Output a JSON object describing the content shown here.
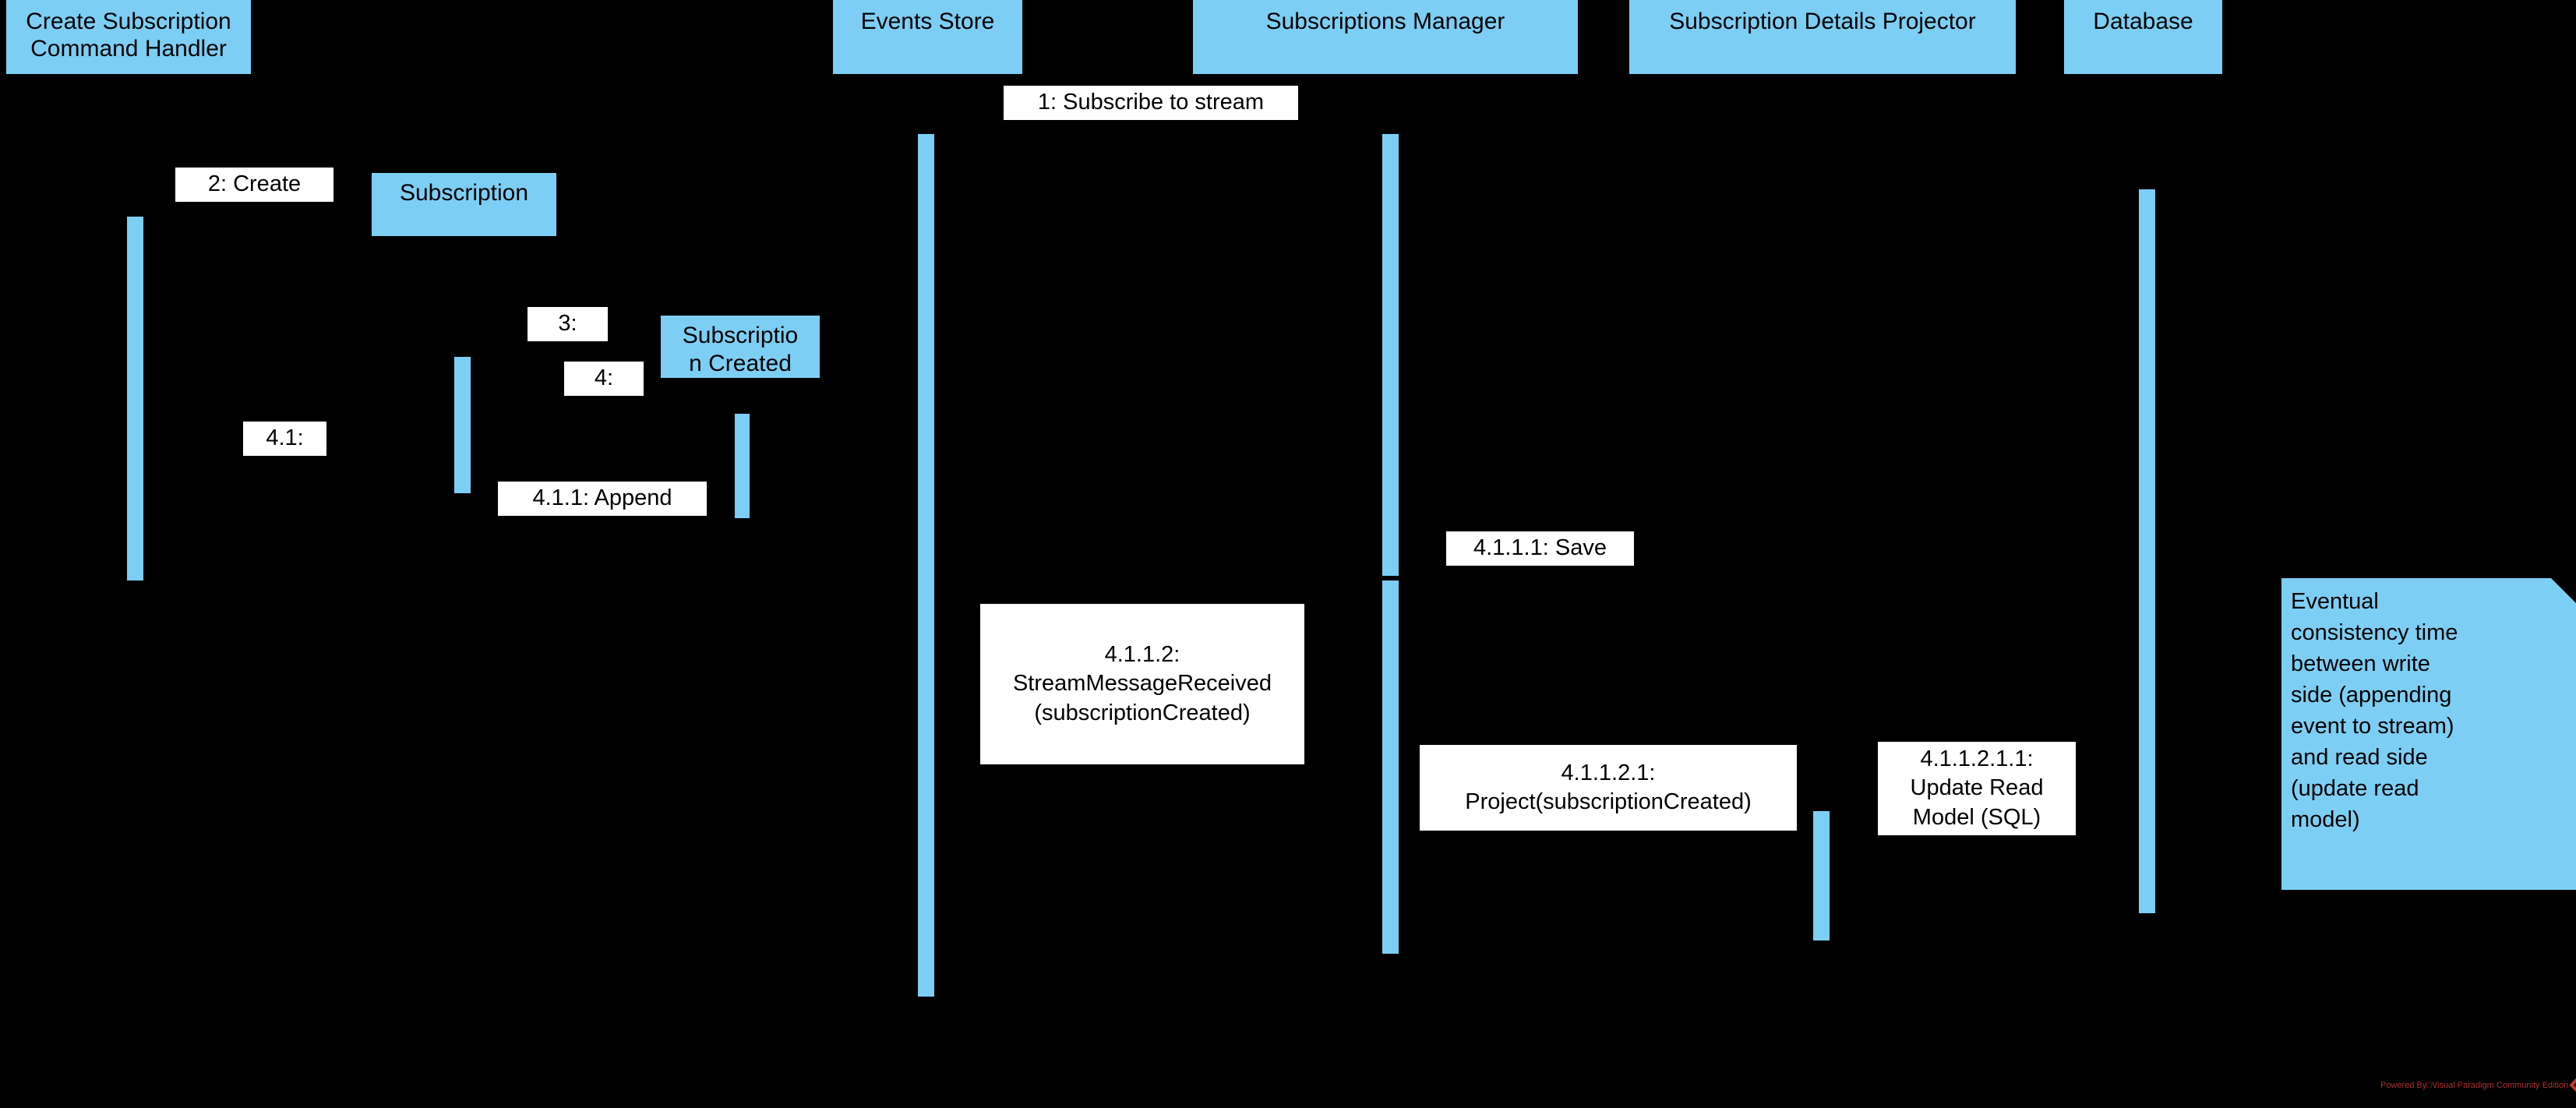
{
  "diagram": {
    "type": "uml-sequence-diagram",
    "background_color": "#000000",
    "accent_color": "#7DCEF4",
    "label_background": "#FFFFFF",
    "text_color": "#000000"
  },
  "lifelines": [
    {
      "id": "create-subscription-command-handler",
      "label": "Create Subscription\nCommand Handler"
    },
    {
      "id": "events-store",
      "label": "Events Store"
    },
    {
      "id": "subscriptions-manager",
      "label": "Subscriptions Manager"
    },
    {
      "id": "subscription-details-projector",
      "label": "Subscription Details Projector"
    },
    {
      "id": "database",
      "label": "Database"
    }
  ],
  "created_objects": [
    {
      "id": "subscription",
      "label": "Subscription"
    },
    {
      "id": "subscription-created",
      "label": "Subscriptio\nn Created"
    }
  ],
  "messages": [
    {
      "id": "m1",
      "label": "1: Subscribe to stream"
    },
    {
      "id": "m2",
      "label": "2: Create"
    },
    {
      "id": "m3",
      "label": "3:"
    },
    {
      "id": "m4",
      "label": "4:"
    },
    {
      "id": "m41",
      "label": "4.1:"
    },
    {
      "id": "m411",
      "label": "4.1.1: Append"
    },
    {
      "id": "m4111",
      "label": "4.1.1.1: Save"
    },
    {
      "id": "m4112",
      "label": "4.1.1.2:\nStreamMessageReceived\n(subscriptionCreated)"
    },
    {
      "id": "m41121",
      "label": "4.1.1.2.1:\nProject(subscriptionCreated)"
    },
    {
      "id": "m411211",
      "label": "4.1.1.2.1.1:\nUpdate Read\nModel (SQL)"
    }
  ],
  "note": {
    "id": "eventual-consistency-note",
    "text": "Eventual\nconsistency time\nbetween write\nside (appending\nevent to stream)\nand read side\n(update read\nmodel)"
  },
  "watermark": {
    "text": "Powered By□Visual Paradigm Community Edition",
    "logo_color": "#C0392B"
  }
}
